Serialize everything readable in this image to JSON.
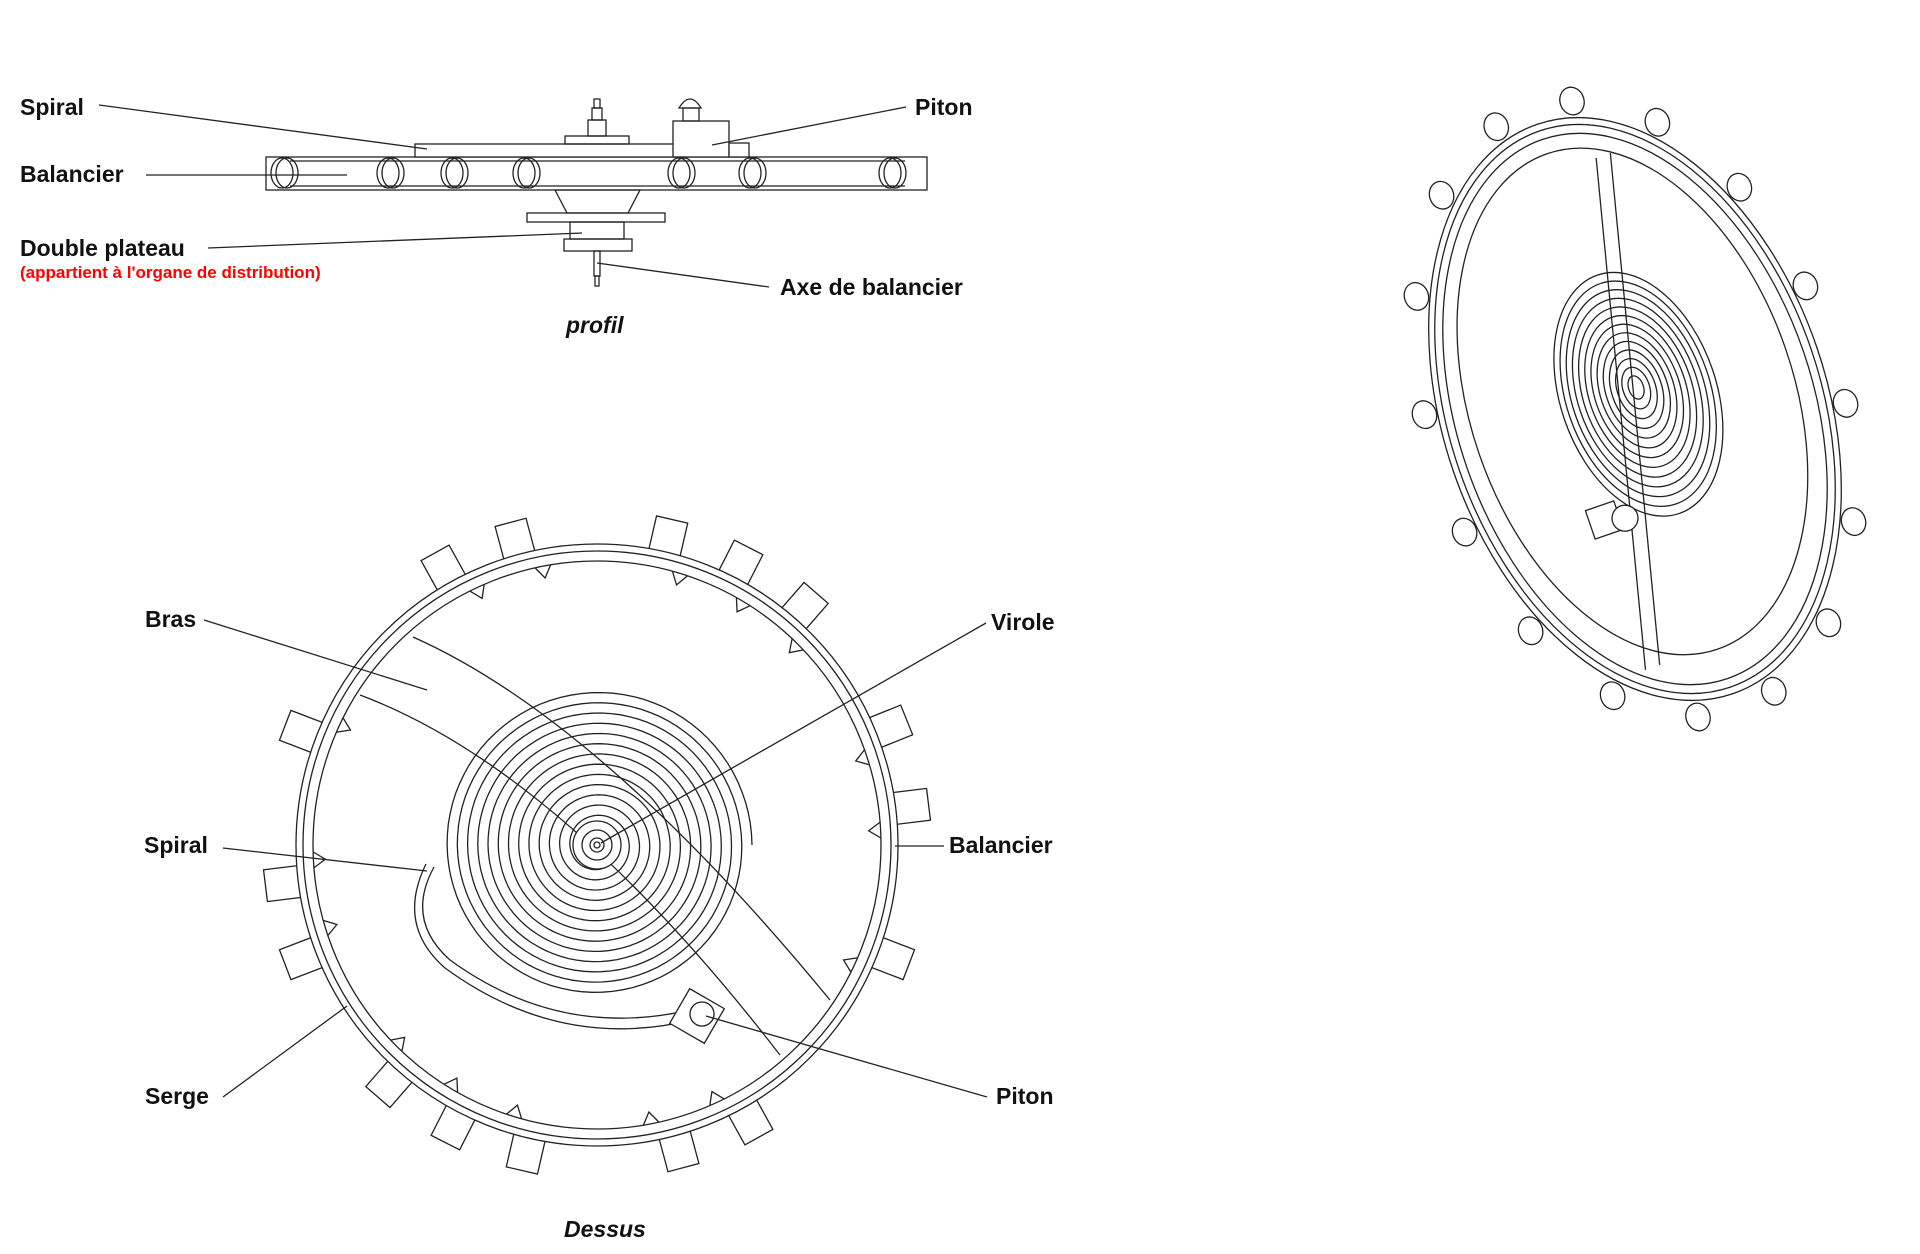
{
  "profile_view": {
    "caption": "profil",
    "labels": {
      "spiral": "Spiral",
      "balancier": "Balancier",
      "double_plateau": "Double plateau",
      "double_plateau_note": "(appartient à l'organe de distribution)",
      "piton": "Piton",
      "axe": "Axe de balancier"
    }
  },
  "top_view": {
    "caption": "Dessus",
    "labels": {
      "bras": "Bras",
      "virole": "Virole",
      "spiral": "Spiral",
      "balancier": "Balancier",
      "serge": "Serge",
      "piton": "Piton"
    }
  },
  "colors": {
    "line": "#222222",
    "note": "#ff0000"
  }
}
